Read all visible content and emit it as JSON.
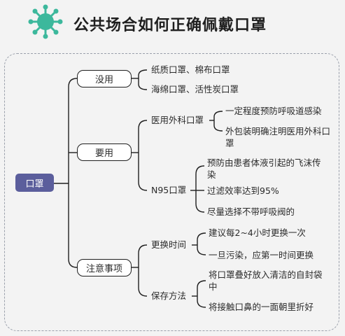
{
  "title": "公共场合如何正确佩戴口罩",
  "icon": "virus-icon",
  "colors": {
    "accent": "#3cb89c",
    "root_fill": "#5b5e9c",
    "line": "#1f1f1f",
    "frame": "#9aa0ab"
  },
  "root": "口罩",
  "branches": {
    "meiyong": {
      "label": "没用",
      "items": [
        "纸质口罩、棉布口罩",
        "海绵口罩、活性炭口罩"
      ]
    },
    "yaoyong": {
      "label": "要用",
      "medical": {
        "label": "医用外科口罩",
        "items": [
          "一定程度预防呼吸道感染",
          "外包装明确注明医用外科口罩"
        ]
      },
      "n95": {
        "label": "N95口罩",
        "items": [
          "预防由患者体液引起的飞沫传染",
          "过滤效率达到95%",
          "尽量选择不带呼吸阀的"
        ]
      }
    },
    "zhuyi": {
      "label": "注意事项",
      "replace": {
        "label": "更换时间",
        "items": [
          "建议每2~4小时更换一次",
          "一旦污染，应第一时间更换"
        ]
      },
      "store": {
        "label": "保存方法",
        "items": [
          "将口罩叠好放入清洁的自封袋中",
          "将接触口鼻的一面朝里折好"
        ]
      }
    }
  }
}
